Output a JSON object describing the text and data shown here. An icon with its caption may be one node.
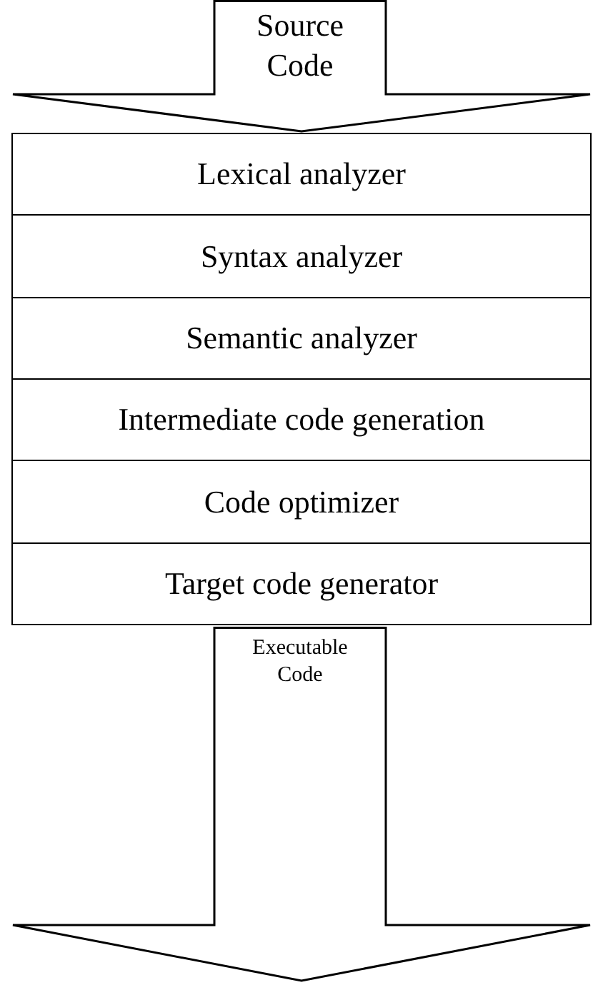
{
  "diagram": {
    "nodes": [
      {
        "text": [
          "Source Code"
        ]
      },
      {
        "text": [
          "Lexical analyzer"
        ]
      },
      {
        "text": [
          "Syntax analyzer"
        ]
      },
      {
        "text": [
          "Semantic analyzer"
        ]
      },
      {
        "text": [
          "Intermediate code generation"
        ]
      },
      {
        "text": [
          "Code optimizer"
        ]
      },
      {
        "text": [
          "Target code generator"
        ]
      },
      {
        "text": [
          "Executable Code"
        ]
      }
    ]
  }
}
